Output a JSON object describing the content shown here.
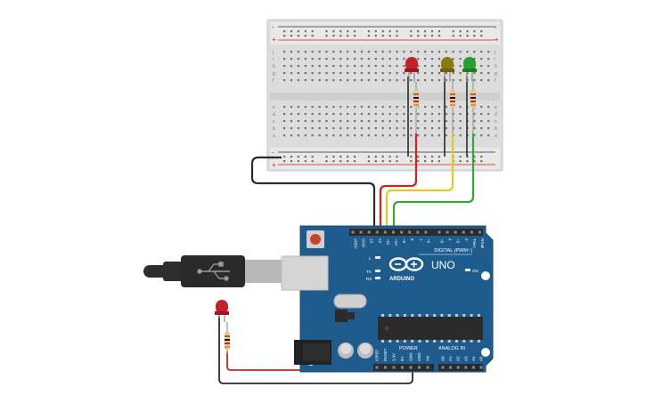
{
  "breadboard": {
    "rail_plus": "+",
    "rail_minus": "-",
    "row_letters_top": [
      "j",
      "i",
      "h",
      "g",
      "f"
    ],
    "row_letters_bottom": [
      "e",
      "d",
      "c",
      "b",
      "a"
    ]
  },
  "leds": [
    {
      "name": "red",
      "color": "#c0232a"
    },
    {
      "name": "yellow",
      "color": "#8a7a0c"
    },
    {
      "name": "green",
      "color": "#25a02b"
    }
  ],
  "external_led": {
    "color": "#c0232a"
  },
  "arduino": {
    "brand": "ARDUINO",
    "model": "UNO",
    "digital_label": "DIGITAL (PWM~)",
    "power_label": "POWER",
    "analog_label": "ANALOG IN",
    "on_label": "ON",
    "l_label": "L",
    "tx_label": "TX",
    "rx_label": "RX",
    "digital_pins": [
      "AREF",
      "GND",
      "13",
      "12",
      "~11",
      "~10",
      "~9",
      "8",
      "7",
      "~6",
      "~5",
      "4",
      "~3",
      "2",
      "TX▸1",
      "RX◂0"
    ],
    "power_pins": [
      "IOREF",
      "RESET",
      "3.3V",
      "5V",
      "GND",
      "GND",
      "Vin"
    ],
    "analog_pins": [
      "A0",
      "A1",
      "A2",
      "A3",
      "A4",
      "A5"
    ],
    "board_color": "#1f5c8e"
  },
  "wire_colors": {
    "black": "#2b2b2b",
    "red": "#d42020",
    "yellow": "#e8c81e",
    "green": "#3aa53a"
  }
}
